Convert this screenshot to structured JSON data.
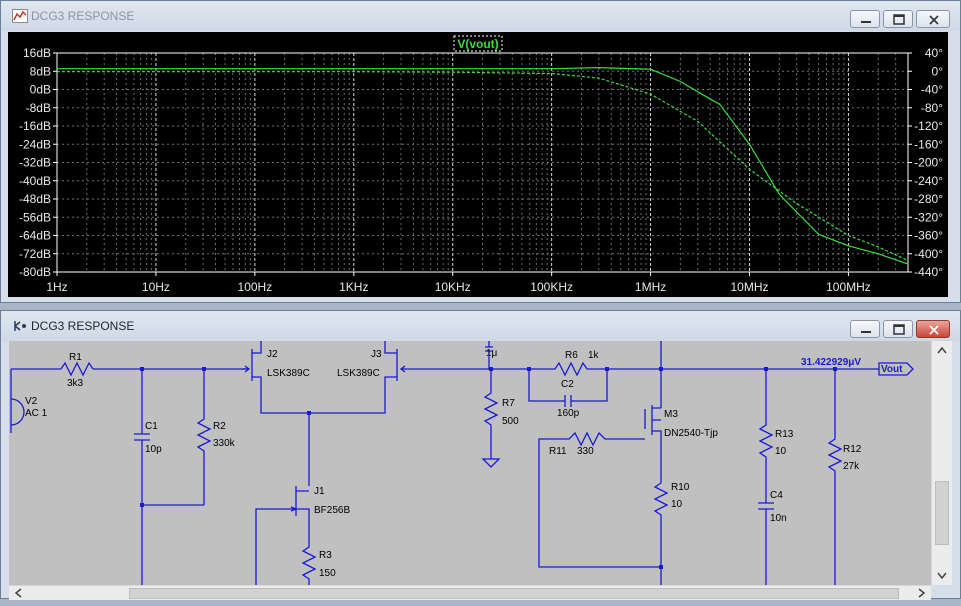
{
  "plot_window": {
    "title": "DCG3 RESPONSE",
    "trace_label": "V(vout)",
    "y_left_ticks": [
      "16dB",
      "8dB",
      "0dB",
      "-8dB",
      "-16dB",
      "-24dB",
      "-32dB",
      "-40dB",
      "-48dB",
      "-56dB",
      "-64dB",
      "-72dB",
      "-80dB"
    ],
    "y_right_ticks": [
      "40°",
      "0°",
      "-40°",
      "-80°",
      "-120°",
      "-160°",
      "-200°",
      "-240°",
      "-280°",
      "-320°",
      "-360°",
      "-400°",
      "-440°"
    ],
    "x_ticks": [
      "1Hz",
      "10Hz",
      "100Hz",
      "1KHz",
      "10KHz",
      "100KHz",
      "1MHz",
      "10MHz",
      "100MHz"
    ],
    "trace_color": "#3ddc3d"
  },
  "chart_data": {
    "type": "line",
    "title": "V(vout)",
    "xlabel": "",
    "ylabel": "",
    "x_scale": "log",
    "xlim": [
      "1Hz",
      "400MHz"
    ],
    "ylim_db": [
      -80,
      16
    ],
    "ylim_phase_deg": [
      -440,
      40
    ],
    "grid": true,
    "series": [
      {
        "name": "V(vout)",
        "style": "solid",
        "axis": "magnitude_dB",
        "x_hz": [
          1,
          10,
          100,
          1000,
          10000,
          100000,
          300000,
          1000000,
          2000000,
          3000000,
          5000000,
          10000000,
          20000000,
          50000000,
          100000000,
          200000000,
          400000000
        ],
        "y_db": [
          9.1,
          9.1,
          9.1,
          9.1,
          9.1,
          9.1,
          9.6,
          8.9,
          3.5,
          -1.0,
          -6.5,
          -24.0,
          -46.0,
          -63.5,
          -68.5,
          -72.0,
          -76.5
        ]
      },
      {
        "name": "V(vout) phase",
        "style": "dashed",
        "axis": "phase_deg",
        "x_hz": [
          1,
          10,
          100,
          1000,
          10000,
          100000,
          300000,
          1000000,
          3000000,
          10000000,
          30000000,
          100000000,
          200000000,
          400000000
        ],
        "y_deg": [
          -1,
          -1,
          -1,
          -1,
          -2,
          -5,
          -15,
          -50,
          -110,
          -215,
          -290,
          -360,
          -385,
          -415
        ]
      }
    ]
  },
  "schematic_window": {
    "title": "DCG3 RESPONSE",
    "probe_value": "31.422929μV",
    "output_label": "Vout",
    "labels": {
      "R1": "R1",
      "R1v": "3k3",
      "V2": "V2",
      "V2v": "AC 1",
      "C1": "C1",
      "C1v": "10p",
      "R2": "R2",
      "R2v": "330k",
      "J2": "J2",
      "J2v": "LSK389C",
      "J3": "J3",
      "J3v": "LSK389C",
      "J1": "J1",
      "J1v": "BF256B",
      "R3": "R3",
      "R3v": "150",
      "Cin": "1μ",
      "R7": "R7",
      "R7v": "500",
      "R6": "R6",
      "R6v": "1k",
      "C2": "C2",
      "C2v": "160p",
      "M3": "M3",
      "M3v": "DN2540-Tjp",
      "R11": "R11",
      "R11v": "330",
      "R10": "R10",
      "R10v": "10",
      "R13": "R13",
      "R13v": "10",
      "C4": "C4",
      "C4v": "10n",
      "R12": "R12",
      "R12v": "27k"
    }
  }
}
